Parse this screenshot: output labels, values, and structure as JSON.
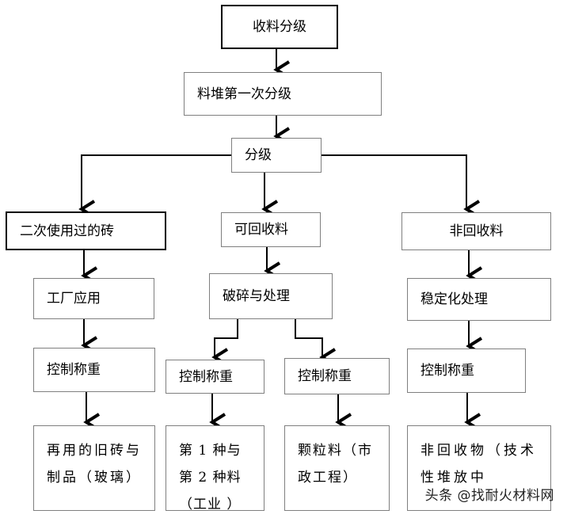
{
  "nodes": {
    "collect": "收料分级",
    "pile_grade": "料堆第一次分级",
    "grade": "分级",
    "reuse_brick": "二次使用过的砖",
    "recyclable": "可回收料",
    "non_recyclable": "非回收料",
    "factory_use": "工厂应用",
    "crush": "破碎与处理",
    "stabilize": "稳定化处理",
    "weigh_left": "控制称重",
    "weigh_mid1": "控制称重",
    "weigh_mid2": "控制称重",
    "weigh_right": "控制称重",
    "out_left": "再用的旧砖与制品（玻璃）",
    "out_mid1": "第 1 种与第 2 种料（工业 ）",
    "out_mid2": "颗粒料（市政工程）",
    "out_right": "非回收物（技术性堆放中"
  },
  "watermark": "头条 @找耐火材料网",
  "colors": {
    "line": "#000000",
    "box_border": "#7f7f7f"
  }
}
